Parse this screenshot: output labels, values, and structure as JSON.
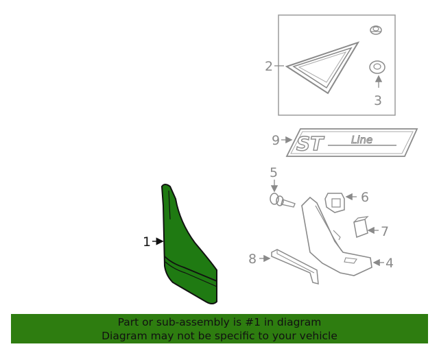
{
  "diagram": {
    "callouts": {
      "c1": "1",
      "c2": "2",
      "c3": "3",
      "c4": "4",
      "c5": "5",
      "c6": "6",
      "c7": "7",
      "c8": "8",
      "c9": "9"
    },
    "badge_text": {
      "st": "ST",
      "line": "Line"
    },
    "highlight_color": "#1f7a12"
  },
  "banner": {
    "line1": "Part or sub-assembly is #1 in diagram",
    "line2": "Diagram may not be specific to your vehicle",
    "background": "#2e7d10"
  }
}
